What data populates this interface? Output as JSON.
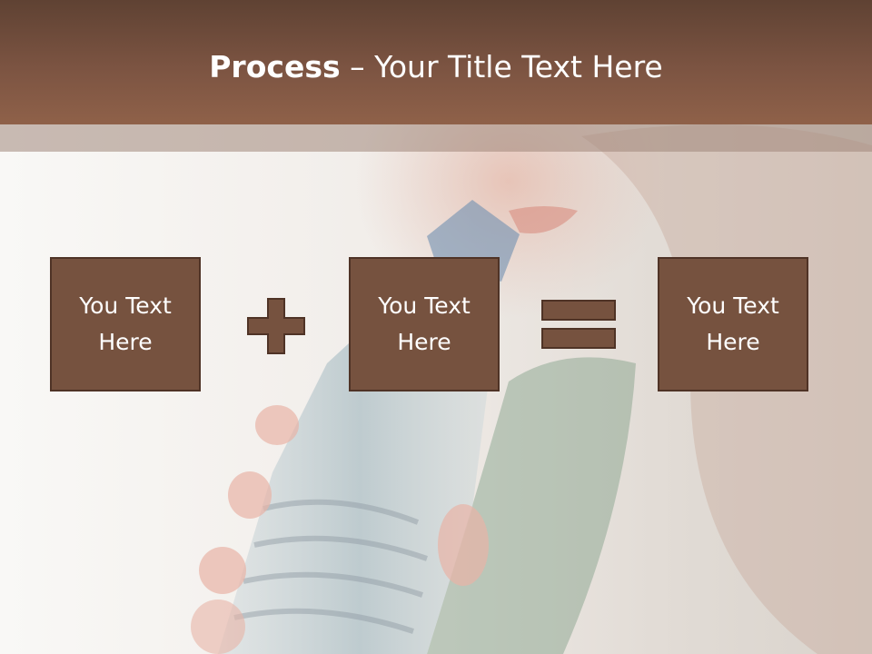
{
  "title": {
    "bold": "Process",
    "separator": " – ",
    "rest": "Your Title Text Here"
  },
  "boxes": [
    {
      "line1": "You Text",
      "line2": "Here"
    },
    {
      "line1": "You Text",
      "line2": "Here"
    },
    {
      "line1": "You Text",
      "line2": "Here"
    }
  ],
  "operators": {
    "plus_icon": "plus-icon",
    "equals_icon": "equals-icon"
  },
  "colors": {
    "title_bar": "#7c5442",
    "box_fill": "#76523f",
    "box_border": "#4f3326"
  }
}
